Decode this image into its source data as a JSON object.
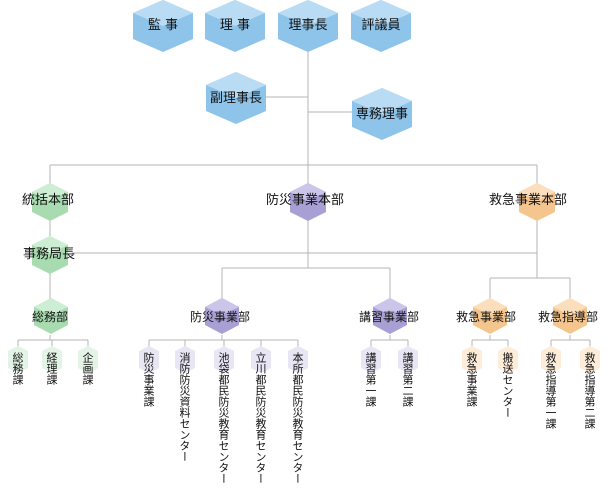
{
  "colors": {
    "blue": "#8ec3ea",
    "purple": "#a89fd4",
    "green": "#a8dcb0",
    "orange": "#f5c58e",
    "line": "#b4b4b4"
  },
  "top": {
    "kansa": "監 事",
    "riji": "理 事",
    "rijicho": "理事長",
    "hyogiin": "評議員"
  },
  "vice": "副理事長",
  "executive": "専務理事",
  "hq": {
    "tokatsu": "統括本部",
    "bousai": "防災事業本部",
    "kyukyu": "救急事業本部"
  },
  "secretary_general": "事務局長",
  "depts": {
    "somu": "総務部",
    "bousai": "防災事業部",
    "koshu": "講習事業部",
    "kyukyu": "救急事業部",
    "shido": "救急指導部"
  },
  "sections": {
    "somu_ka": "総務課",
    "keiri_ka": "経理課",
    "kikaku_ka": "企画課",
    "bousai_jigyo_ka": "防災事業課",
    "shobo_center": "消防防災資料センター",
    "ikebukuro_center": "池袋都民防災教育センター",
    "tachikawa_center": "立川都民防災教育センター",
    "honjo_center": "本所都民防災教育センター",
    "koshu_1": "講習第一課",
    "koshu_2": "講習第二課",
    "kyukyu_jigyo_ka": "救急事業課",
    "hanso_center": "搬送センター",
    "shido_1": "救急指導第一課",
    "shido_2": "救急指導第二課"
  }
}
